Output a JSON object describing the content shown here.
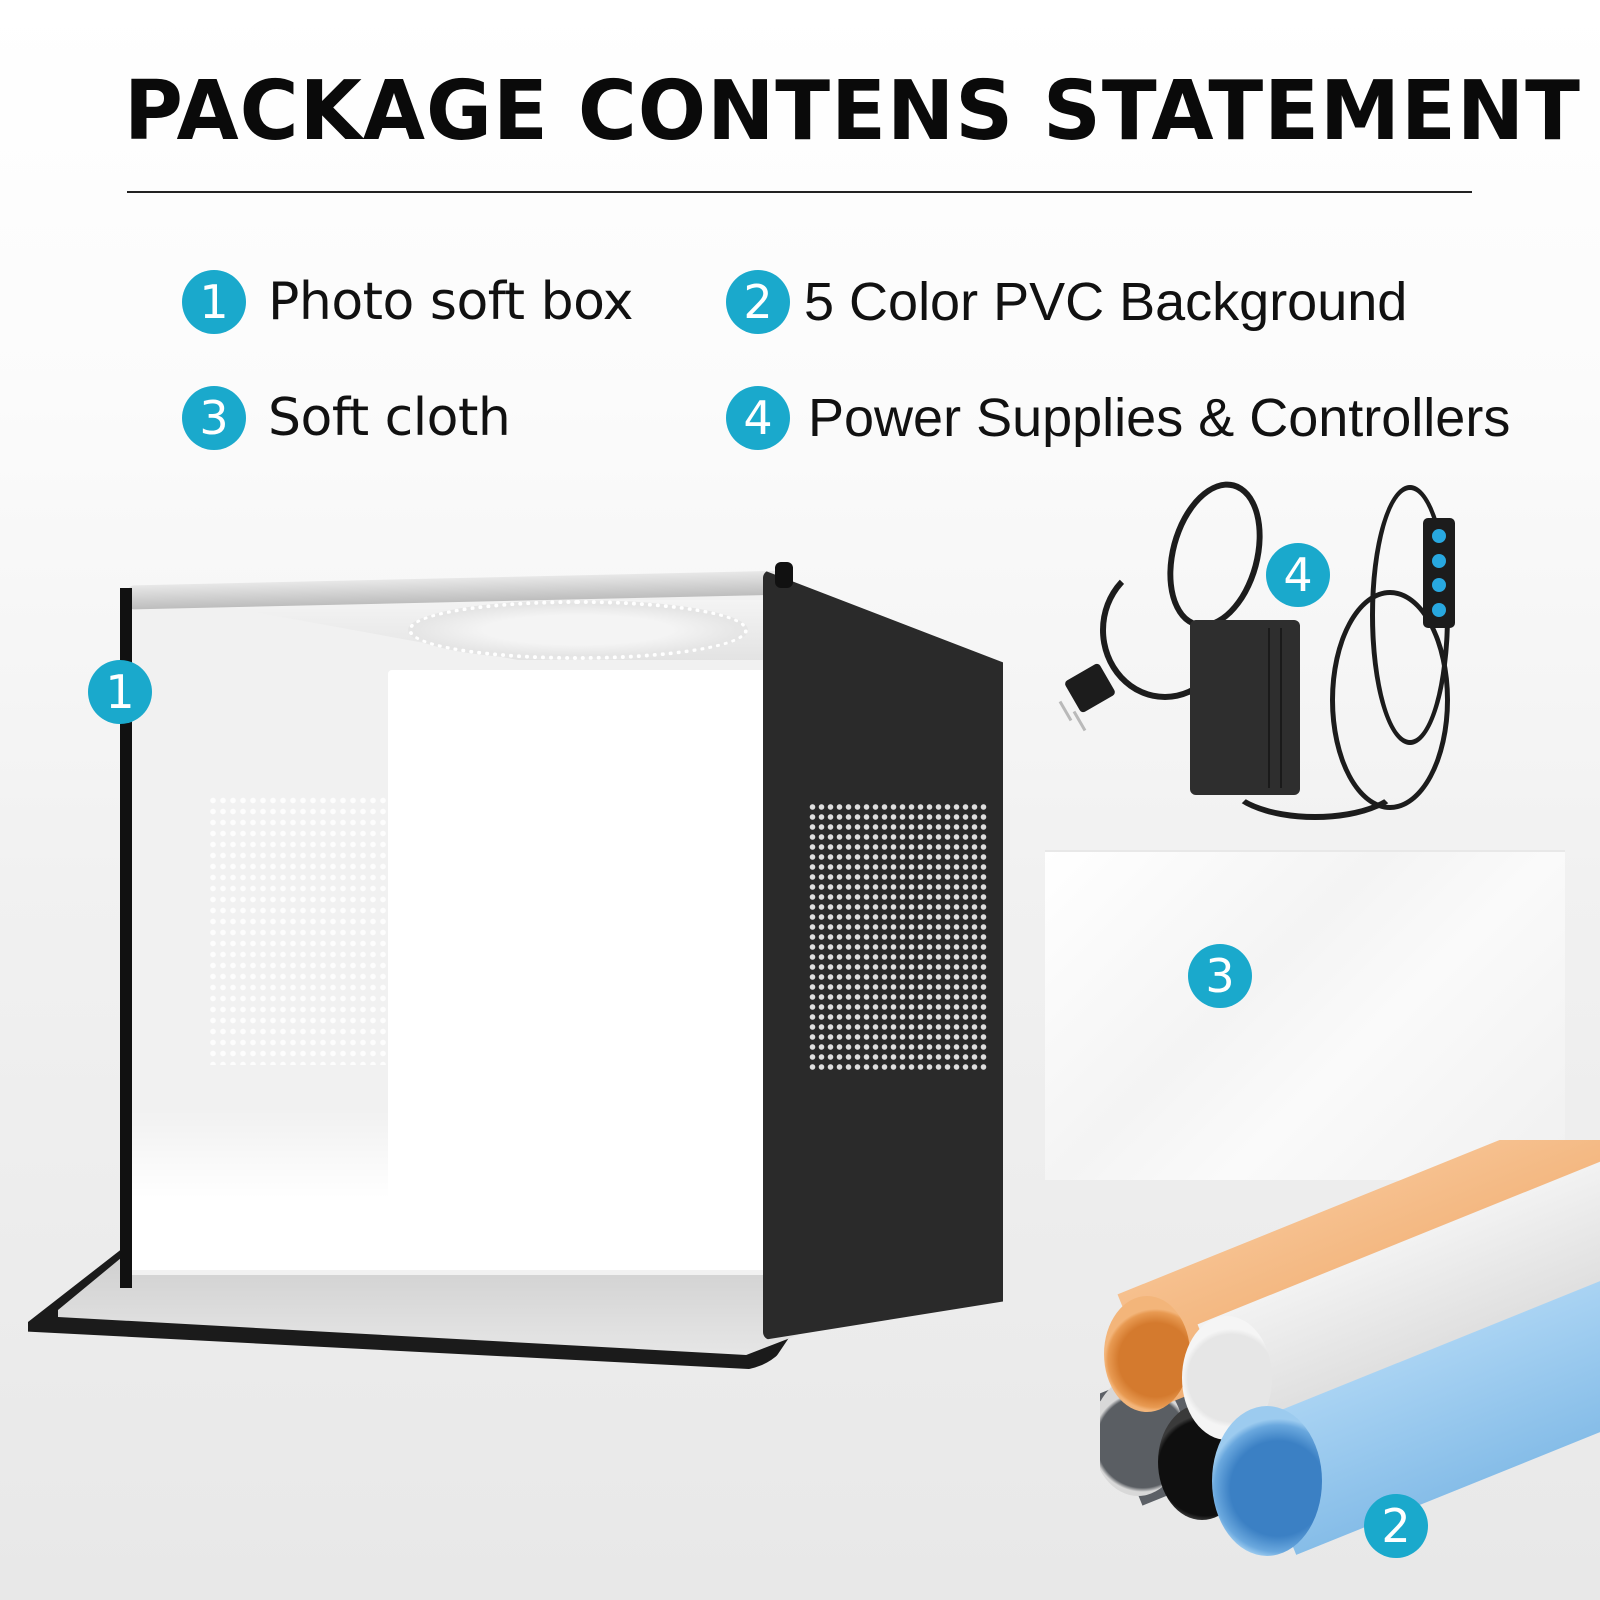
{
  "header": {
    "title": "PACKAGE CONTENS STATEMENT"
  },
  "legend": {
    "items": [
      {
        "number": "1",
        "label": "Photo soft box"
      },
      {
        "number": "2",
        "label": "5 Color PVC Background"
      },
      {
        "number": "3",
        "label": "Soft cloth"
      },
      {
        "number": "4",
        "label": "Power Supplies & Controllers"
      }
    ]
  },
  "callouts": {
    "softbox": "1",
    "pvc_background": "2",
    "soft_cloth": "3",
    "power_supply": "4"
  },
  "pvc_colors": {
    "orange": "#f3b57a",
    "white": "#ececec",
    "blue": "#8fc4ec",
    "black": "#151515",
    "gray": "#5c6066"
  },
  "theme": {
    "badge_color": "#1aa9cc",
    "title_color": "#0a0a0a"
  }
}
